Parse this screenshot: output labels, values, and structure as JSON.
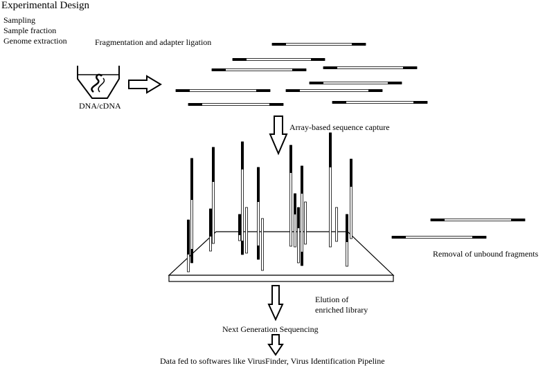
{
  "title": "Experimental Design",
  "steps": [
    "Sampling",
    "Sample fraction",
    "Genome extraction"
  ],
  "labels": {
    "fragmentation": "Fragmentation and adapter ligation",
    "dna": "DNA/cDNA",
    "array_capture": "Array-based sequence capture",
    "removal": "Removal of unbound fragments",
    "elution_line1": "Elution of",
    "elution_line2": "enriched library",
    "ngs": "Next Generation Sequencing",
    "data": "Data fed to softwares like VirusFinder, Virus Identification Pipeline"
  },
  "icons": {
    "tube": "tube-icon",
    "arrow_right": "arrow-right-icon",
    "arrow_down": "arrow-down-icon"
  }
}
